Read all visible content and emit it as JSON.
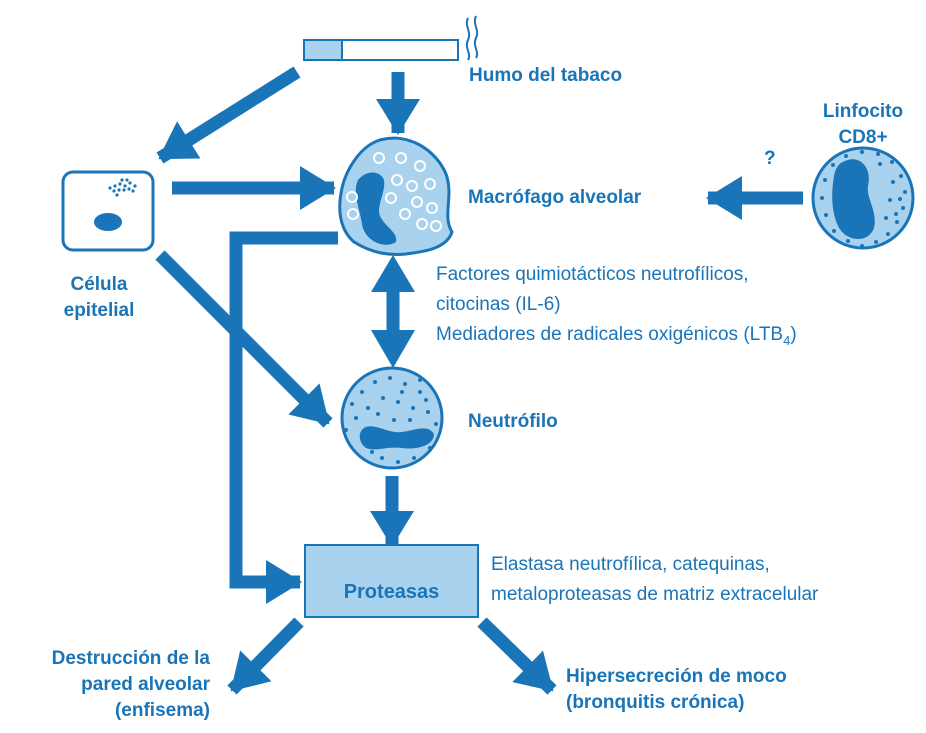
{
  "labels": {
    "smoke": "Humo del tabaco",
    "lymphocyte": [
      "Linfocito",
      "CD8+"
    ],
    "question": "?",
    "macrophage": "Macrófago alveolar",
    "epithelial": [
      "Célula",
      "epitelial"
    ],
    "neutrophil": "Neutrófilo",
    "proteases": "Proteasas",
    "destruction": [
      "Destrucción de la",
      "pared alveolar",
      "(enfisema)"
    ],
    "hypersecretion": [
      "Hipersecreción de moco",
      "(bronquitis crónica)"
    ]
  },
  "mediators": {
    "line1": "Factores quimiotácticos neutrofílicos,",
    "line2": "citocinas (IL-6)",
    "line3_pre": "Mediadores de radicales oxigénicos (LTB",
    "line3_sub": "4",
    "line3_post": ")"
  },
  "protease_types": {
    "line1": "Elastasa neutrofílica, catequinas,",
    "line2": "metaloproteasas de matriz extracelular"
  },
  "colors": {
    "primary": "#1a75b8",
    "light_fill": "#a9d2ee",
    "white": "#ffffff"
  },
  "icons": [
    "cigarette-icon",
    "smoke-icon",
    "epithelial-cell-icon",
    "macrophage-icon",
    "lymphocyte-icon",
    "neutrophil-icon"
  ]
}
